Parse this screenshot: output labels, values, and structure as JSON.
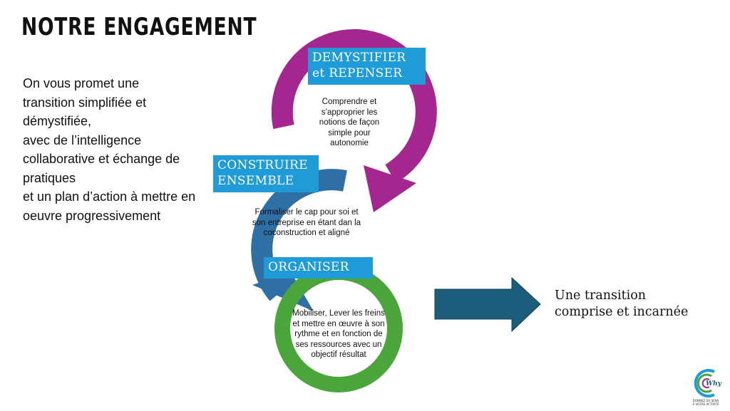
{
  "title": "NOTRE ENGAGEMENT",
  "intro": [
    "On vous promet  une",
    "transition simplifiée et",
    "démystifiée,",
    "avec de l’intelligence",
    "collaborative et échange de",
    "pratiques",
    "et un plan d’action à mettre en",
    "oeuvre progressivement"
  ],
  "steps": [
    {
      "label_lines": [
        "DEMYSTIFIER",
        "et REPENSER"
      ],
      "color": "#a4268e",
      "description_lines": [
        "Comprendre et",
        "s’approprier les",
        "notions de façon",
        "simple pour",
        "autonomie"
      ]
    },
    {
      "label_lines": [
        "CONSTRUIRE",
        "ENSEMBLE"
      ],
      "color": "#2e6fa6",
      "description_lines": [
        "Formaliser le cap pour soi et",
        "son entreprise en étant dan la",
        "coconstruction et aligné"
      ]
    },
    {
      "label_lines": [
        "ORGANISER"
      ],
      "color": "#4aa63a",
      "description_lines": [
        "Mobiliser, Lever les freins",
        "et mettre en œuvre à son",
        "rythme et en fonction de",
        "ses ressources avec un",
        "objectif résultat"
      ]
    }
  ],
  "label_box_color": "#1f9bd7",
  "arrow_color": "#1b5d7b",
  "result_lines": [
    "Une transition",
    "comprise et incarnée"
  ],
  "logo": {
    "text": "Why",
    "tagline_lines": [
      "DONNEZ DU SENS",
      "À VOTRE ACTIVITÉ"
    ],
    "color": "#1f9bd7"
  }
}
